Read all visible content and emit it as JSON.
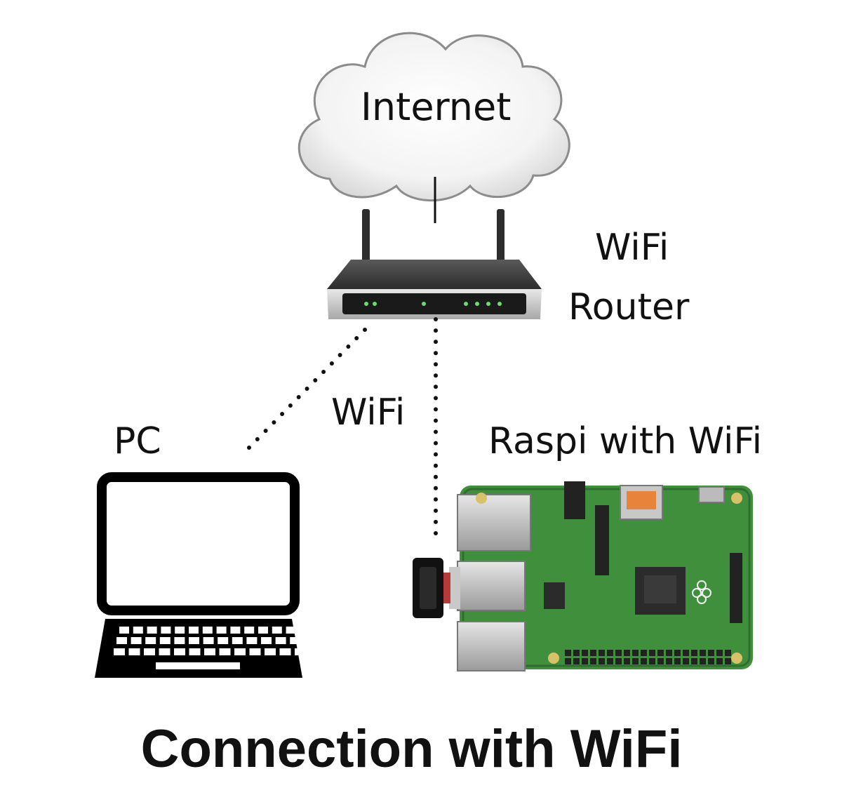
{
  "cloud": {
    "label": "Internet"
  },
  "router": {
    "label_line1": "WiFi",
    "label_line2": "Router"
  },
  "link": {
    "label": "WiFi"
  },
  "pc": {
    "label": "PC"
  },
  "raspi": {
    "label": "Raspi with WiFi"
  },
  "title": "Connection with WiFi",
  "colors": {
    "text": "#111111",
    "board_green": "#3f8f3c",
    "led_green": "#55dd55",
    "router_body": "#3a3a3a"
  },
  "icons": [
    "cloud-icon",
    "router-icon",
    "laptop-icon",
    "raspberry-pi-icon",
    "wifi-dongle-icon"
  ]
}
